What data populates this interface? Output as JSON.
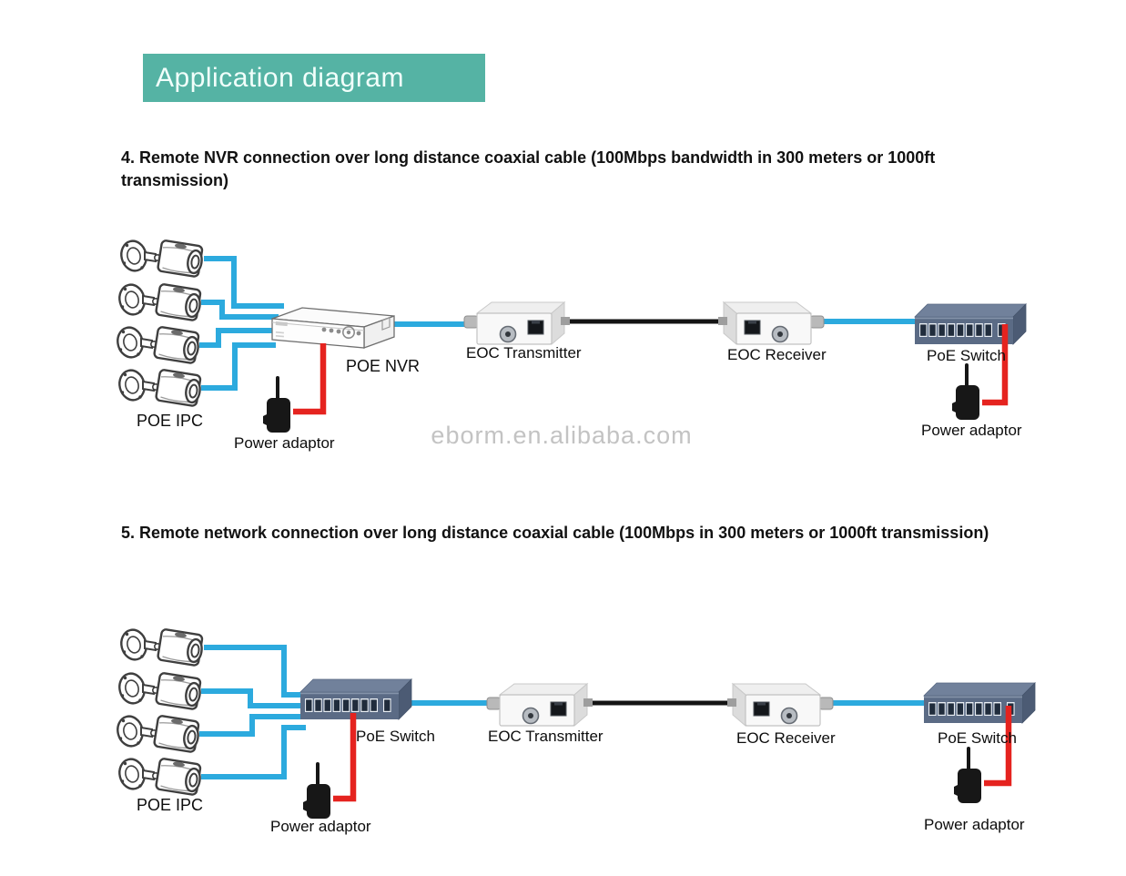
{
  "page": {
    "title_banner": "Application diagram",
    "watermark": "eborm.en.alibaba.com"
  },
  "colors": {
    "banner_bg": "#55b3a4",
    "banner_text": "#f1fffb",
    "heading_text": "#111111",
    "label_text": "#0d0d0d",
    "watermark_text": "#c3c3c3",
    "cable_network": "#2caade",
    "cable_power": "#e5231f",
    "cable_coax": "#141414",
    "switch_body": "#5b6b85"
  },
  "sections": [
    {
      "heading": "4. Remote NVR connection over long distance coaxial cable (100Mbps bandwidth in 300 meters or 1000ft transmission)",
      "labels": {
        "cameras": "POE IPC",
        "recorder": "POE NVR",
        "power_left": "Power adaptor",
        "transmitter": "EOC Transmitter",
        "receiver": "EOC Receiver",
        "switch_right": "PoE Switch",
        "power_right": "Power adaptor"
      }
    },
    {
      "heading": "5. Remote network connection over long distance coaxial cable (100Mbps in 300 meters or 1000ft transmission)",
      "labels": {
        "cameras": "POE IPC",
        "switch_left": "PoE Switch",
        "power_left": "Power adaptor",
        "transmitter": "EOC Transmitter",
        "receiver": "EOC Receiver",
        "switch_right": "PoE Switch",
        "power_right": "Power adaptor"
      }
    }
  ]
}
